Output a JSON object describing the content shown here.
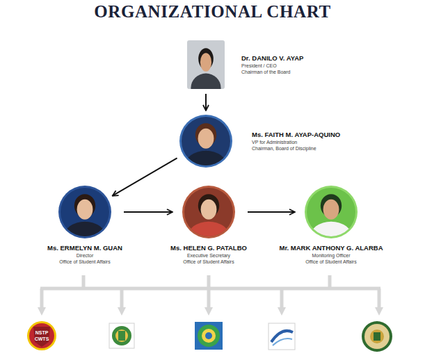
{
  "diagram": {
    "title": "ORGANIZATIONAL CHART",
    "nodes": [
      {
        "text": [
          "Dr. DANILO V. AYAP",
          "President / CEO",
          "Chairman of the Board"
        ]
      },
      {
        "text": [
          "Ms. FAITH M. AYAP-AQUINO",
          "VP for Administration",
          "Chairman, Board of Discipline"
        ]
      },
      {
        "text": [
          "Ms. ERMELYN M. GUAN",
          "Director",
          "Office of Student Affairs"
        ]
      },
      {
        "text": [
          "Ms. HELEN G. PATALBO",
          "Executive Secretary",
          "Office of Student Affairs"
        ]
      },
      {
        "text": [
          "Mr. MARK ANTHONY G. ALARBA",
          "Monitoring Officer",
          "Office of Student Affairs"
        ]
      }
    ],
    "edges": [
      {
        "from": 0,
        "to": 1,
        "arrow": "to"
      },
      {
        "from": 1,
        "to": 2,
        "arrow": "to"
      },
      {
        "from": 2,
        "to": 3,
        "arrow": "to"
      },
      {
        "from": 3,
        "to": 4,
        "arrow": "to"
      }
    ],
    "labels": [
      "NSTP",
      "CWTS"
    ]
  }
}
